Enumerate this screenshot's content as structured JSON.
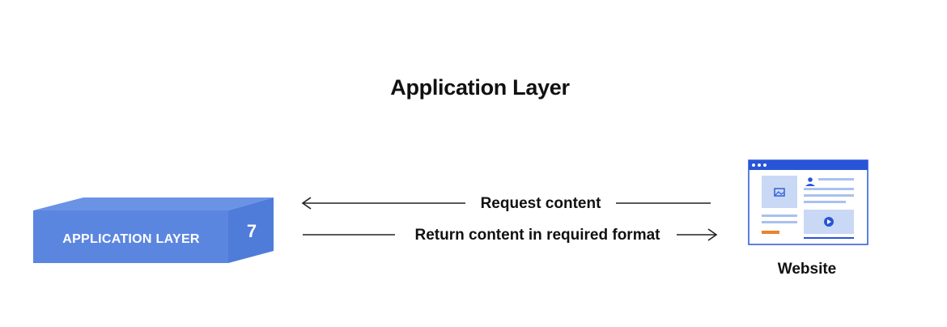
{
  "title": "Application Layer",
  "layer_block": {
    "label": "APPLICATION LAYER",
    "number": "7"
  },
  "arrows": {
    "request": "Request content",
    "return": "Return content in required format"
  },
  "website": {
    "label": "Website"
  },
  "colors": {
    "block_front": "#5b86e0",
    "block_top": "#6b93e6",
    "block_side": "#4f7ad8",
    "browser_bar": "#2855d8",
    "browser_panel": "#c9d8f5",
    "browser_line": "#a9c1ef",
    "accent_orange": "#e9822f"
  },
  "icons": [
    "image-icon",
    "user-icon",
    "play-icon",
    "arrow-left-icon",
    "arrow-right-icon"
  ]
}
